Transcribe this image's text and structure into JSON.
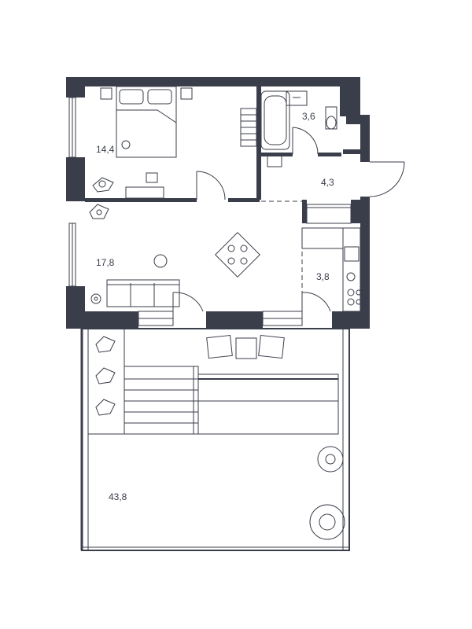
{
  "floor_plan": {
    "rooms": [
      {
        "id": "bedroom",
        "area": "14,4"
      },
      {
        "id": "living-room",
        "area": "17,8"
      },
      {
        "id": "bathroom",
        "area": "3,6"
      },
      {
        "id": "hallway",
        "area": "4,3"
      },
      {
        "id": "kitchen",
        "area": "3,8"
      },
      {
        "id": "terrace",
        "area": "43,8"
      }
    ],
    "colors": {
      "wall": "#3a3d4a",
      "line": "#3a3d4a",
      "background": "#ffffff"
    }
  }
}
